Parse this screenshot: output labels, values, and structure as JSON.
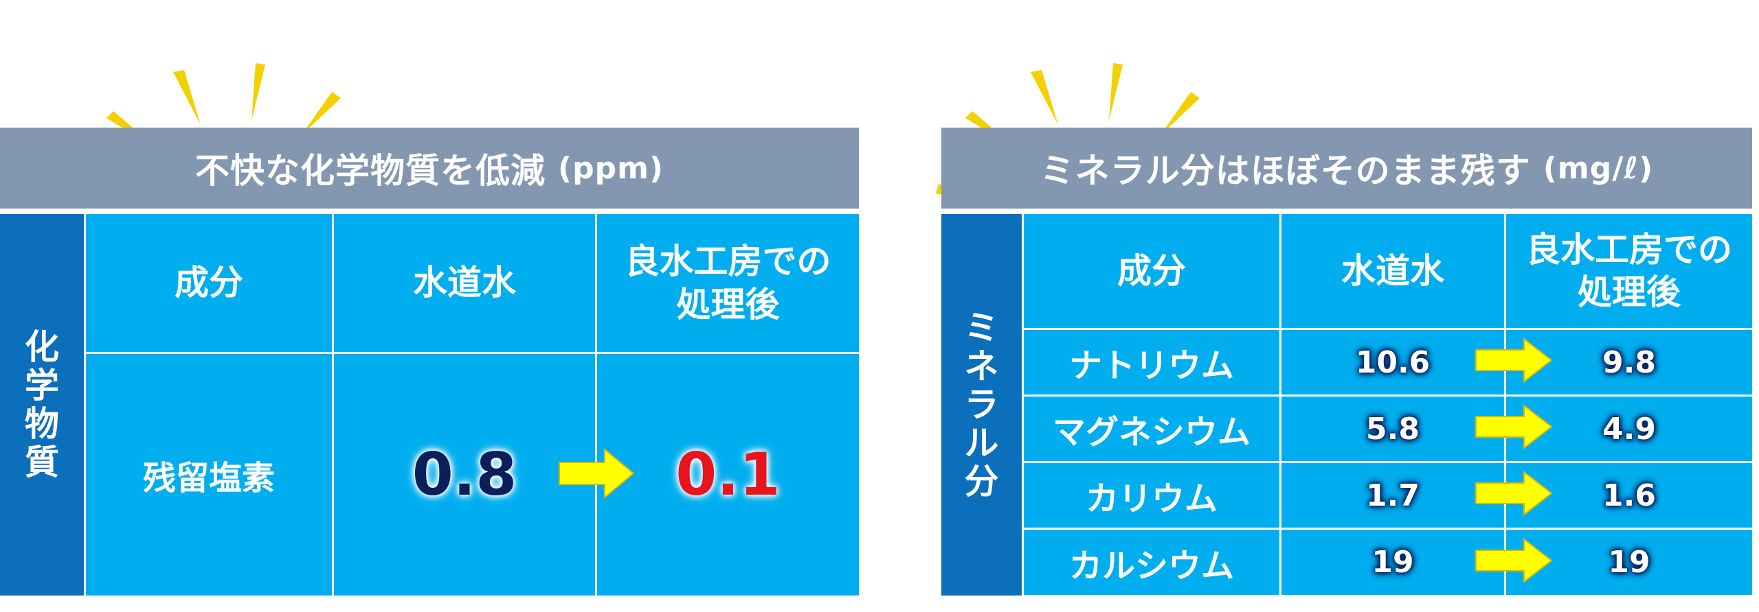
{
  "chart_data": [
    {
      "type": "table",
      "title": "不快な化学物質を低減",
      "unit": "(ppm)",
      "row_group_label": "化学物質",
      "columns": [
        "成分",
        "水道水",
        "良水工房での処理後"
      ],
      "rows": [
        {
          "name": "残留塩素",
          "tap_water": "0.8",
          "after": "0.1"
        }
      ]
    },
    {
      "type": "table",
      "title": "ミネラル分はほぼそのまま残す",
      "unit": "(mg/ℓ)",
      "row_group_label": "ミネラル分",
      "columns": [
        "成分",
        "水道水",
        "良水工房での処理後"
      ],
      "rows": [
        {
          "name": "ナトリウム",
          "tap_water": "10.6",
          "after": "9.8"
        },
        {
          "name": "マグネシウム",
          "tap_water": "5.8",
          "after": "4.9"
        },
        {
          "name": "カリウム",
          "tap_water": "1.7",
          "after": "1.6"
        },
        {
          "name": "カルシウム",
          "tap_water": "19",
          "after": "19"
        }
      ]
    }
  ],
  "colors": {
    "header_bg": "#8497b0",
    "sidebar_bg": "#0b6fbc",
    "cell_bg": "#00aeef",
    "arrow_fill": "#ffff00",
    "highlight_red": "#e8141e",
    "number_navy": "#0b1f5c",
    "ray_yellow": "#f5d000"
  },
  "icons": {
    "arrow": "right-arrow-icon",
    "rays": "sparkle-rays-icon"
  }
}
